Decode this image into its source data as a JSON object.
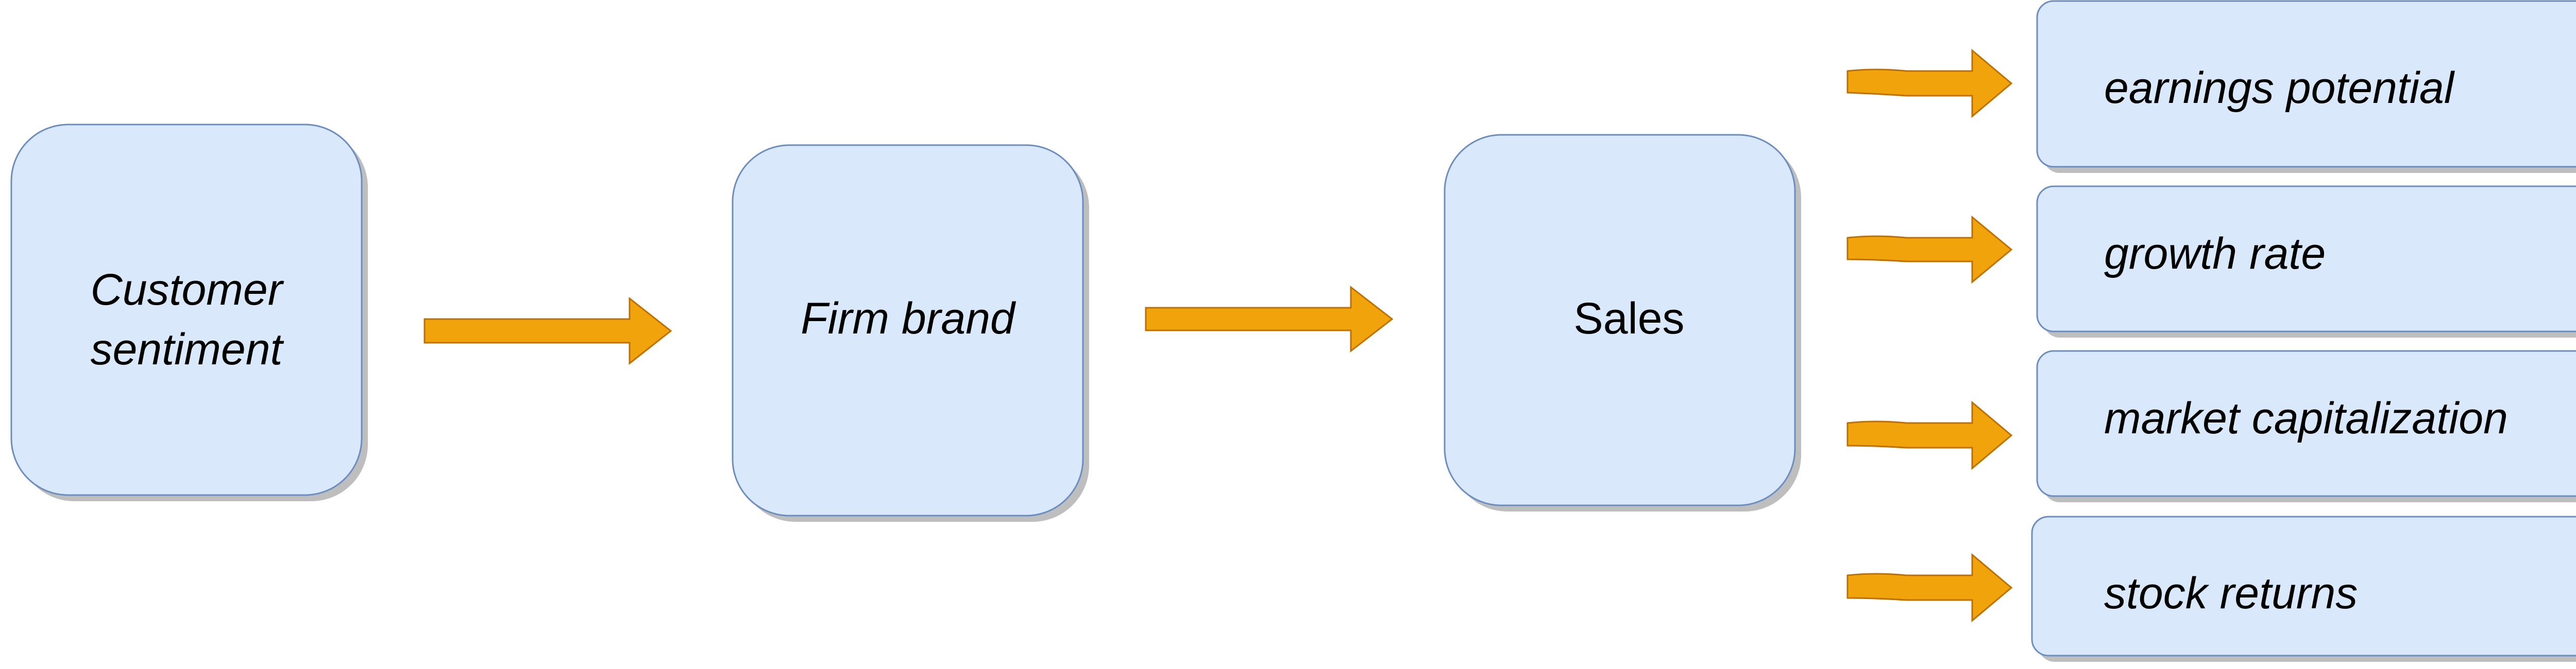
{
  "diagram": {
    "colors": {
      "box_fill": "#dae8fc",
      "box_stroke": "#6c8ebf",
      "arrow_fill": "#f0a30a",
      "arrow_stroke": "#bd7000",
      "shadow": "#b3b3b3"
    },
    "nodes": {
      "customer_sentiment": {
        "line1": "Customer",
        "line2": "sentiment"
      },
      "firm_brand": "Firm brand",
      "sales": "Sales",
      "outcomes": {
        "earnings_potential": "earnings potential",
        "growth_rate": "growth rate",
        "market_capitalization": "market capitalization",
        "stock_returns": "stock returns"
      }
    },
    "edges": [
      {
        "from": "Customer sentiment",
        "to": "Firm brand"
      },
      {
        "from": "Firm brand",
        "to": "Sales"
      },
      {
        "from": "Sales",
        "to": "earnings potential"
      },
      {
        "from": "Sales",
        "to": "growth rate"
      },
      {
        "from": "Sales",
        "to": "market capitalization"
      },
      {
        "from": "Sales",
        "to": "stock returns"
      }
    ]
  }
}
